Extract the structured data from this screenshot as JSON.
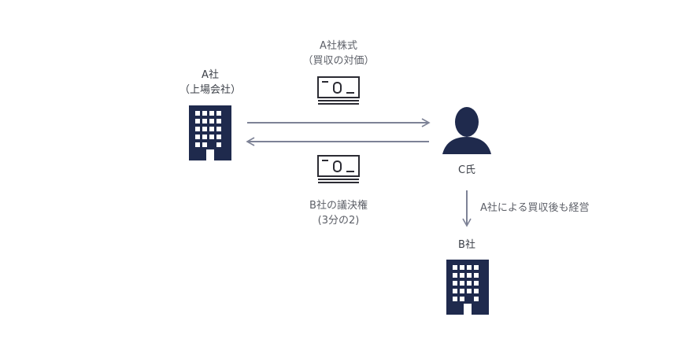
{
  "diagram": {
    "company_a": {
      "line1": "A社",
      "line2": "（上場会社）"
    },
    "person_c": {
      "label": "C氏"
    },
    "company_b": {
      "label": "B社"
    },
    "shares_arrow": {
      "line1": "A社株式",
      "line2": "（買収の対価）"
    },
    "voting_arrow": {
      "line1": "B社の議決権",
      "line2": "(3分の2)"
    },
    "management_arrow": {
      "label": "A社による買収後も経営"
    }
  },
  "icons": {
    "building": "building-icon",
    "person": "person-icon",
    "banknote": "banknote-icon"
  },
  "colors": {
    "navy": "#1f2a4d",
    "arrow": "#7d8296",
    "text": "#5d6068"
  }
}
